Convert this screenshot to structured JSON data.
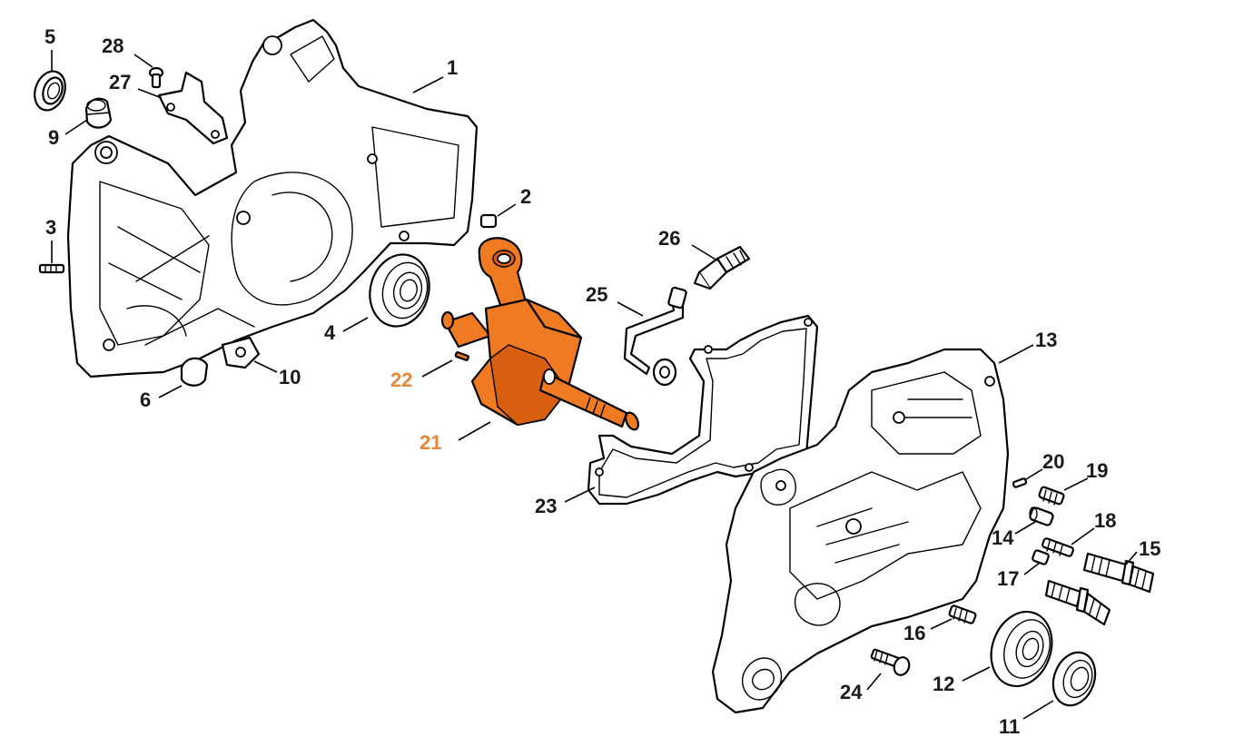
{
  "diagram": {
    "highlight_color": "#f07a22",
    "callouts": [
      {
        "id": "c1",
        "label": "1",
        "highlighted": false
      },
      {
        "id": "c2",
        "label": "2",
        "highlighted": false
      },
      {
        "id": "c3",
        "label": "3",
        "highlighted": false
      },
      {
        "id": "c4",
        "label": "4",
        "highlighted": false
      },
      {
        "id": "c5",
        "label": "5",
        "highlighted": false
      },
      {
        "id": "c6",
        "label": "6",
        "highlighted": false
      },
      {
        "id": "c9",
        "label": "9",
        "highlighted": false
      },
      {
        "id": "c10",
        "label": "10",
        "highlighted": false
      },
      {
        "id": "c11",
        "label": "11",
        "highlighted": false
      },
      {
        "id": "c12",
        "label": "12",
        "highlighted": false
      },
      {
        "id": "c13",
        "label": "13",
        "highlighted": false
      },
      {
        "id": "c14",
        "label": "14",
        "highlighted": false
      },
      {
        "id": "c15",
        "label": "15",
        "highlighted": false
      },
      {
        "id": "c16",
        "label": "16",
        "highlighted": false
      },
      {
        "id": "c17",
        "label": "17",
        "highlighted": false
      },
      {
        "id": "c18",
        "label": "18",
        "highlighted": false
      },
      {
        "id": "c19",
        "label": "19",
        "highlighted": false
      },
      {
        "id": "c20",
        "label": "20",
        "highlighted": false
      },
      {
        "id": "c21",
        "label": "21",
        "highlighted": true
      },
      {
        "id": "c22",
        "label": "22",
        "highlighted": true
      },
      {
        "id": "c23",
        "label": "23",
        "highlighted": false
      },
      {
        "id": "c24",
        "label": "24",
        "highlighted": false
      },
      {
        "id": "c25",
        "label": "25",
        "highlighted": false
      },
      {
        "id": "c26",
        "label": "26",
        "highlighted": false
      },
      {
        "id": "c27",
        "label": "27",
        "highlighted": false
      },
      {
        "id": "c28",
        "label": "28",
        "highlighted": false
      }
    ]
  }
}
